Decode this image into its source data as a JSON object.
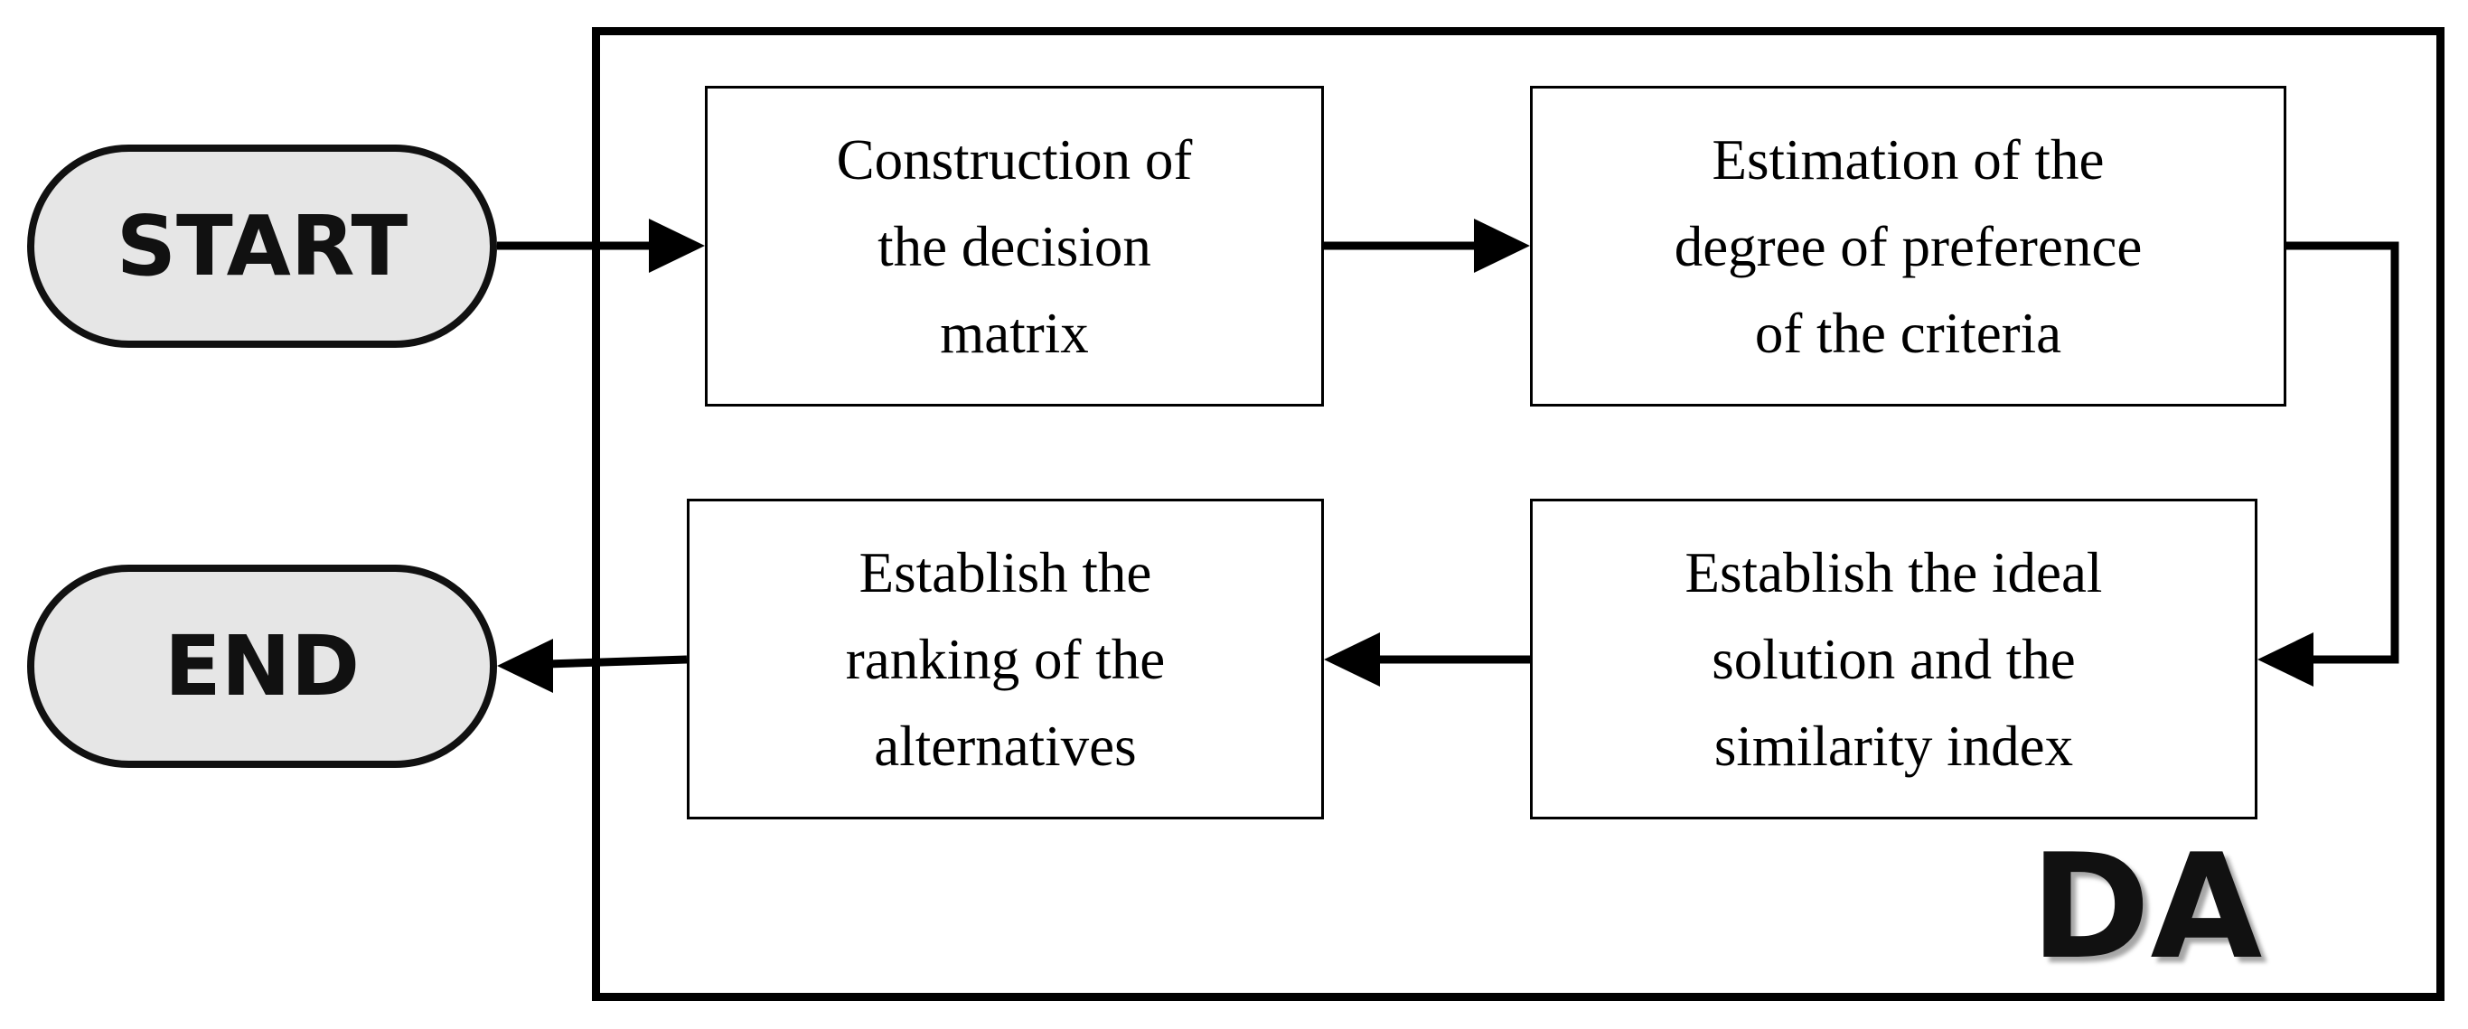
{
  "diagram": {
    "start": "START",
    "end": "END",
    "group_label": "DA",
    "steps": [
      {
        "lines": [
          "Construction of",
          "the decision",
          "matrix"
        ]
      },
      {
        "lines": [
          "Estimation of the",
          "degree of preference",
          "of the criteria"
        ]
      },
      {
        "lines": [
          "Establish the ideal",
          "solution and the",
          "similarity index"
        ]
      },
      {
        "lines": [
          "Establish the",
          "ranking of the",
          "alternatives"
        ]
      }
    ]
  }
}
